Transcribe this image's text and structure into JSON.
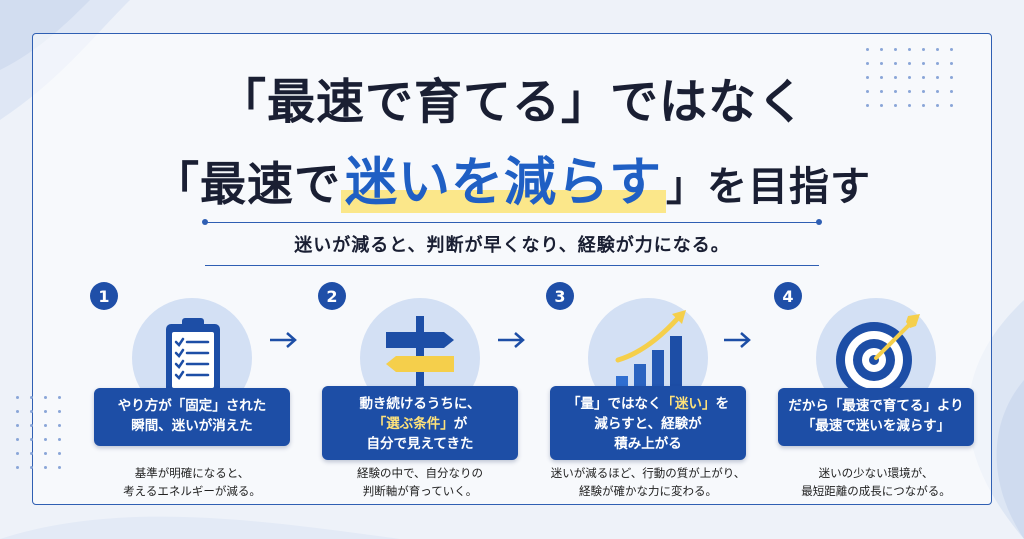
{
  "title": {
    "line1": "「最速で育てる」ではなく",
    "line2_open": "「最速で",
    "line2_highlight": "迷いを減らす",
    "line2_close": "」を目指す"
  },
  "subtitle": "迷いが減ると、判断が早くなり、経験が力になる。",
  "steps": [
    {
      "num": "1",
      "icon": "clipboard-checklist-icon",
      "box_line1": "やり方が「固定」された",
      "box_line2": "瞬間、迷いが消えた",
      "desc_line1": "基準が明確になると、",
      "desc_line2": "考えるエネルギーが減る。"
    },
    {
      "num": "2",
      "icon": "signpost-icon",
      "box_line1": "動き続けるうちに、",
      "box_line2a": "「選ぶ条件」",
      "box_line2b": "が",
      "box_line3": "自分で見えてきた",
      "desc_line1": "経験の中で、自分なりの",
      "desc_line2": "判断軸が育っていく。"
    },
    {
      "num": "3",
      "icon": "growth-chart-icon",
      "box_line1a": "「量」ではなく",
      "box_line1b": "「迷い」",
      "box_line1c": "を",
      "box_line2": "減らすと、経験が",
      "box_line3": "積み上がる",
      "desc_line1": "迷いが減るほど、行動の質が上がり、",
      "desc_line2": "経験が確かな力に変わる。"
    },
    {
      "num": "4",
      "icon": "target-icon",
      "box_line1": "だから「最速で育てる」より",
      "box_line2": "「最速で迷いを減らす」",
      "desc_line1": "迷いの少ない環境が、",
      "desc_line2": "最短距離の成長につながる。"
    }
  ],
  "colors": {
    "primary": "#1d4ea6",
    "highlight_text": "#1f5fc4",
    "highlight_marker": "#fbe78a",
    "accent_yellow": "#ffe27a",
    "background": "#eef2f9"
  }
}
